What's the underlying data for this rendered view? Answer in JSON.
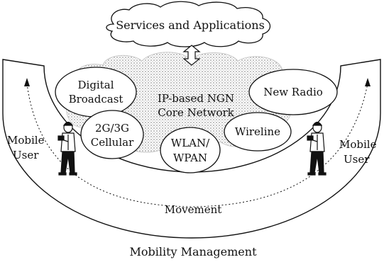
{
  "services_cloud": {
    "label": "Services and Applications"
  },
  "core_network": {
    "line1": "IP-based NGN",
    "line2": "Core Network"
  },
  "access_networks": {
    "digital_broadcast": {
      "line1": "Digital",
      "line2": "Broadcast"
    },
    "new_radio": {
      "label": "New Radio"
    },
    "cellular": {
      "line1": "2G/3G",
      "line2": "Cellular"
    },
    "wireline": {
      "label": "Wireline"
    },
    "wlan_wpan": {
      "line1": "WLAN/",
      "line2": "WPAN"
    }
  },
  "left_user": {
    "line1": "Mobile",
    "line2": "User"
  },
  "right_user": {
    "line1": "Mobile",
    "line2": "User"
  },
  "movement": {
    "label": "Movement"
  },
  "mobility_management": {
    "label": "Mobility Management"
  },
  "colors": {
    "stroke": "#111111",
    "cloud_shade": "#d9d9d9",
    "background": "#ffffff"
  }
}
